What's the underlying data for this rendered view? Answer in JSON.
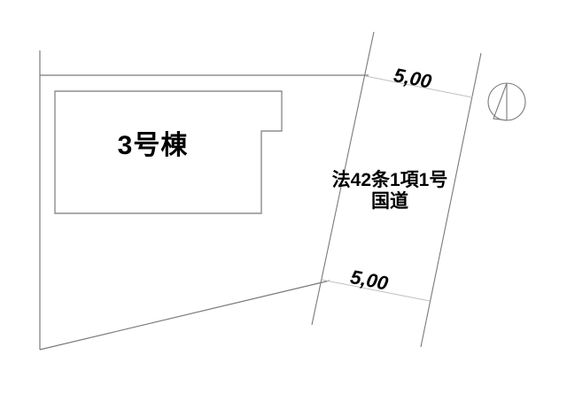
{
  "drawing": {
    "type": "property-site-plan",
    "background_color": "#ffffff",
    "line_color": "#7a7a7a",
    "thin_line_color": "#b5b5b5",
    "text_color": "#000000"
  },
  "building": {
    "label": "3号棟"
  },
  "road": {
    "label_line1": "法42条1項1号",
    "label_line2": "国道"
  },
  "dimensions": {
    "top": "5,00",
    "bottom": "5,00"
  },
  "compass": {
    "name": "north-arrow"
  }
}
